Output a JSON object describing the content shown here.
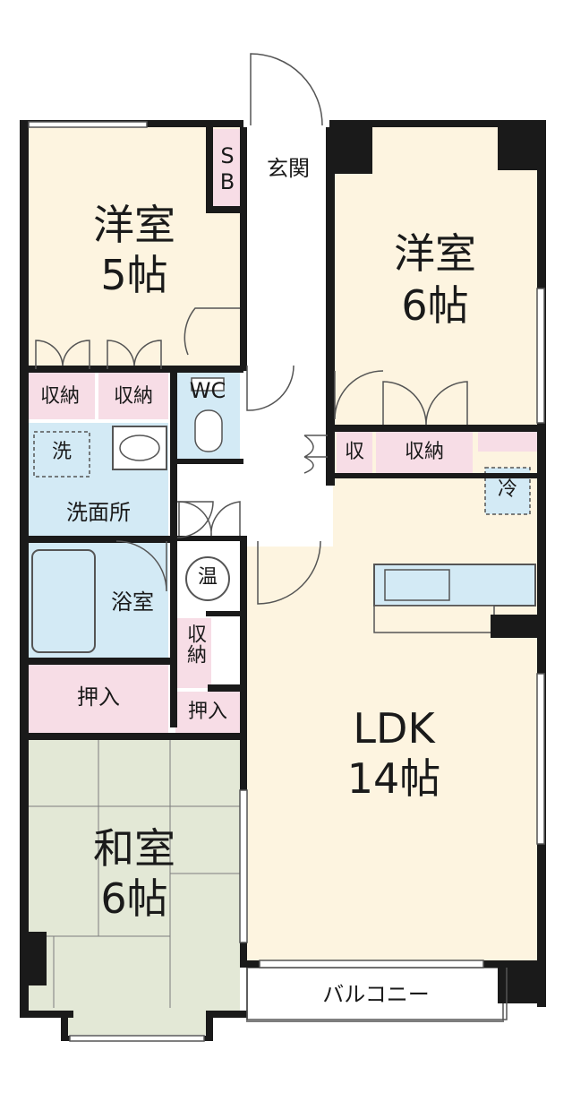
{
  "rooms": {
    "youshitsu_5": {
      "name": "洋室",
      "size": "5帖"
    },
    "youshitsu_6": {
      "name": "洋室",
      "size": "6帖"
    },
    "ldk": {
      "name": "LDK",
      "size": "14帖"
    },
    "washitsu": {
      "name": "和室",
      "size": "6帖"
    },
    "genkan": "玄関",
    "sb": "SB",
    "wc": "WC",
    "senmenjo": "洗面所",
    "yokushitsu": "浴室",
    "balcony": "バルコニー"
  },
  "storage": {
    "shuno_left_1": "収納",
    "shuno_left_2": "収納",
    "shu_small": "収",
    "shuno_right": "収納",
    "shuno_vertical": "収納",
    "oshiire_1": "押入",
    "oshiire_2": "押入"
  },
  "symbols": {
    "washer": "洗",
    "water_heater": "温",
    "fridge": "冷"
  },
  "colors": {
    "wall": "#1a1a1a",
    "bedroom_floor": "#fdf4e0",
    "ldk_floor": "#fdf4e0",
    "wet_area": "#d3eaf5",
    "storage": "#f7dde6",
    "tatami": "#e3e8d6",
    "corridor": "#ffffff",
    "door_line": "#555555"
  }
}
